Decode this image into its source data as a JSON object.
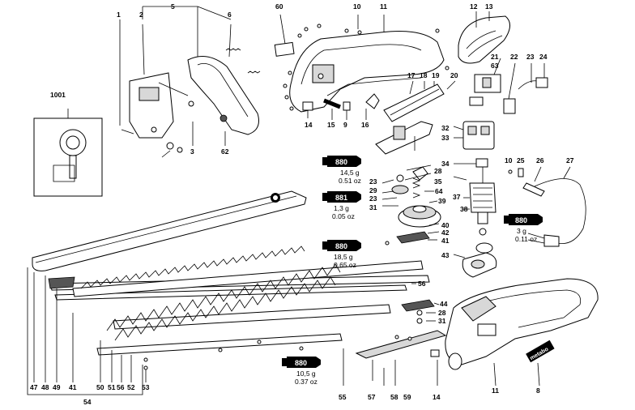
{
  "callouts": {
    "c1": "1",
    "c2": "2",
    "c5": "5",
    "c6": "6",
    "c60": "60",
    "c10a": "10",
    "c11a": "11",
    "c12": "12",
    "c13": "13",
    "c1001": "1001",
    "c17": "17",
    "c18": "18",
    "c19": "19",
    "c20": "20",
    "c21": "21",
    "c63": "63",
    "c22": "22",
    "c23a": "23",
    "c24": "24",
    "c14a": "14",
    "c15": "15",
    "c9": "9",
    "c16": "16",
    "c32": "32",
    "c33": "33",
    "c3": "3",
    "c62": "62",
    "c34": "34",
    "c28a": "28",
    "c35": "35",
    "c23b": "23",
    "c29": "29",
    "c23c": "23",
    "c31a": "31",
    "c64": "64",
    "c39": "39",
    "c37": "37",
    "c38": "38",
    "c10b": "10",
    "c25": "25",
    "c26": "26",
    "c27": "27",
    "c40": "40",
    "c42": "42",
    "c41a": "41",
    "c43": "43",
    "c56": "56",
    "c44": "44",
    "c28b": "28",
    "c31b": "31",
    "c47": "47",
    "c48": "48",
    "c49": "49",
    "c41b": "41",
    "c50": "50",
    "c51": "51",
    "c56b": "56",
    "c52": "52",
    "c53": "53",
    "c54": "54",
    "c55": "55",
    "c57": "57",
    "c58": "58",
    "c59": "59",
    "c14b": "14",
    "c11b": "11",
    "c8": "8"
  },
  "grease_tubes": [
    {
      "label": "880",
      "weight": "14,5 g",
      "ounces": "0.51 oz"
    },
    {
      "label": "881",
      "weight": "1,3 g",
      "ounces": "0.05 oz"
    },
    {
      "label": "880",
      "weight": "18,5 g",
      "ounces": "0.65 oz"
    },
    {
      "label": "880",
      "weight": "3 g",
      "ounces": "0.11 oz"
    },
    {
      "label": "880",
      "weight": "10,5 g",
      "ounces": "0.37 oz"
    }
  ],
  "brand_logo": "metabo"
}
